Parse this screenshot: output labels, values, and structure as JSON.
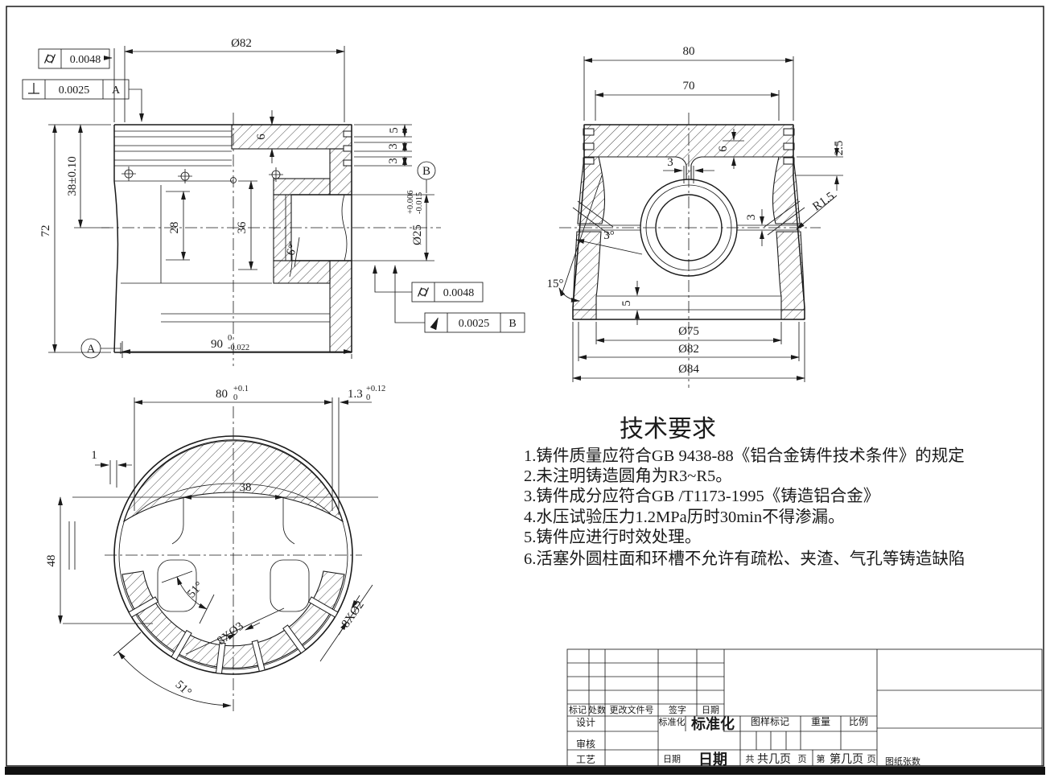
{
  "front_view": {
    "dia82": "Ø82",
    "h72": "72",
    "h38": "38±0.10",
    "h28": "28",
    "h36": "36",
    "crown6": "6",
    "land5": "5",
    "land3a": "3",
    "land3b": "3",
    "taper6": "6°",
    "bore": "Ø25",
    "bore_tol_up": "+0.006",
    "bore_tol_dn": "-0.015",
    "w90": "90",
    "w90_up": "0",
    "w90_dn": "-0.022",
    "gdt_cyl_top": "0.0048",
    "gdt_perp": "0.0025",
    "gdt_perp_datum": "A",
    "gdt_cyl_bore": "0.0048",
    "gdt_runout": "0.0025",
    "gdt_runout_datum": "B",
    "datum_a": "A",
    "datum_b": "B"
  },
  "side_view": {
    "w80": "80",
    "w70": "70",
    "slot3": "3",
    "crown6": "6",
    "rib3": "3",
    "land25": "2.5",
    "r15": "R1.5",
    "rib_angle": "3°",
    "skirt_angle": "15°",
    "skirt5": "5",
    "d75": "Ø75",
    "d82": "Ø82",
    "d84": "Ø84"
  },
  "bottom_view": {
    "w80": "80",
    "w80_up": "+0.1",
    "w80_dn": "0",
    "w13": "1.3",
    "w13_up": "+0.12",
    "w13_dn": "0",
    "wall1": "1",
    "w38": "38",
    "h48": "48",
    "angle51a": "51°",
    "holes3": "8XØ3",
    "holes2": "8XØ2",
    "angle51b": "51°"
  },
  "tech_req": {
    "title": "技术要求",
    "items": [
      "1.铸件质量应符合GB 9438-88《铝合金铸件技术条件》的规定",
      "2.未注明铸造圆角为R3~R5。",
      "3.铸件成分应符合GB /T1173-1995《铸造铝合金》",
      "4.水压试验压力1.2MPa历时30min不得渗漏。",
      "5.铸件应进行时效处理。",
      "6.活塞外圆柱面和环槽不允许有疏松、夹渣、气孔等铸造缺陷"
    ]
  },
  "title_block": {
    "mark": "标记",
    "count": "处数",
    "change_doc": "更改文件号",
    "sign": "签字",
    "date": "日期",
    "design": "设计",
    "standardization_small": "标准化",
    "standardization_large": "标准化",
    "drawing_mark": "图样标记",
    "weight": "重量",
    "scale": "比例",
    "review": "审核",
    "process": "工艺",
    "date_small": "日期",
    "date_large": "日期",
    "total_prefix": "共",
    "total_big": "共几页",
    "total_suffix": "页",
    "page_prefix": "第",
    "page_big": "第几页",
    "page_suffix": "页",
    "sheet_count": "图纸张数"
  }
}
